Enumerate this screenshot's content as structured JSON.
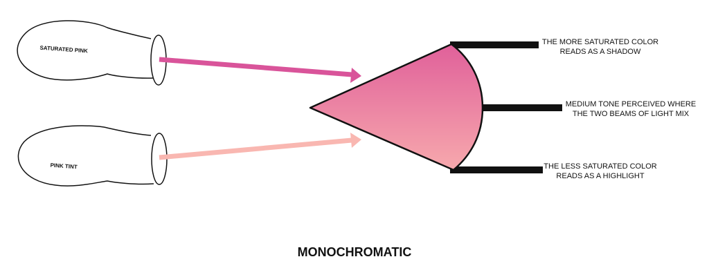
{
  "diagram": {
    "title": "MONOCHROMATIC",
    "lamps": {
      "top": {
        "label": "SATURATED PINK",
        "beam_color": "#d9549a"
      },
      "bottom": {
        "label": "PINK TINT",
        "beam_color": "#f9b7b1"
      }
    },
    "object": {
      "gradient_top": "#e0609a",
      "gradient_bottom": "#f7a9ad"
    },
    "callouts": {
      "shadow": {
        "line1": "THE MORE SATURATED COLOR",
        "line2": "READS AS A SHADOW"
      },
      "midtone": {
        "line1": "MEDIUM TONE PERCEIVED WHERE",
        "line2": "THE TWO BEAMS OF LIGHT MIX"
      },
      "highlight": {
        "line1": "THE LESS SATURATED COLOR",
        "line2": "READS AS A HIGHLIGHT"
      }
    }
  }
}
